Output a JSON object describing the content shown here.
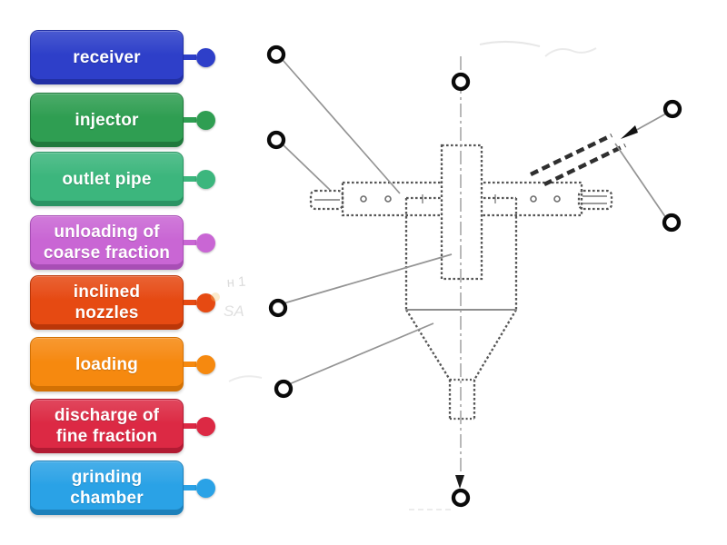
{
  "activity": {
    "type": "labelled-diagram",
    "subject": "jet mill grinding unit schematic"
  },
  "labels": [
    {
      "text": "receiver",
      "color": "#2e3fc9",
      "dark": "#2230a4"
    },
    {
      "text": "injector",
      "color": "#2f9e52",
      "dark": "#20793c"
    },
    {
      "text": "outlet pipe",
      "color": "#3cb67d",
      "dark": "#2b9363"
    },
    {
      "text": "unloading of coarse fraction",
      "color": "#c966d4",
      "dark": "#a84eb5"
    },
    {
      "text": "inclined nozzles",
      "color": "#e64a12",
      "dark": "#bb3608"
    },
    {
      "text": "loading",
      "color": "#f6890f",
      "dark": "#d37104"
    },
    {
      "text": "discharge of fine fraction",
      "color": "#dc2944",
      "dark": "#b11b33"
    },
    {
      "text": "grinding chamber",
      "color": "#2aa2e6",
      "dark": "#1d80ba"
    }
  ],
  "diagram": {
    "marker_count": 8,
    "line_color": "#565656",
    "leader_color": "#949494",
    "artifacts": {
      "t1": "н  1",
      "t2": "SA"
    }
  }
}
